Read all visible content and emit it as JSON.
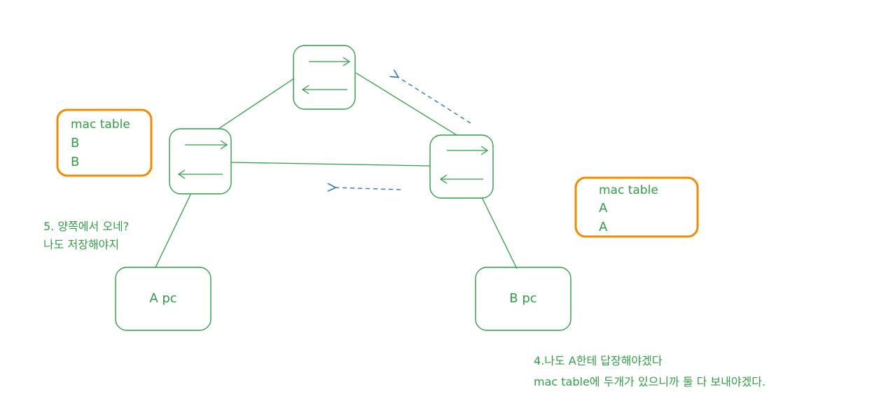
{
  "colors": {
    "line_green": "#2f9e44",
    "text_green": "#2f9e44",
    "table_border_orange": "#f08c00",
    "arrow_blue": "#1971c2"
  },
  "pcs": {
    "a_label": "A pc",
    "b_label": "B pc"
  },
  "mac_table_left": {
    "title": "mac table",
    "rows": [
      "B",
      "B"
    ]
  },
  "mac_table_right": {
    "title": "mac table",
    "rows": [
      "A",
      "A"
    ]
  },
  "notes": {
    "left_line1": "5. 양쪽에서 오네?",
    "left_line2": "나도 저장해야지",
    "bottom_line1": "4.나도 A한테 답장해야겠다",
    "bottom_line2": "mac table에 두개가 있으니까 둘 다 보내야겠다."
  }
}
